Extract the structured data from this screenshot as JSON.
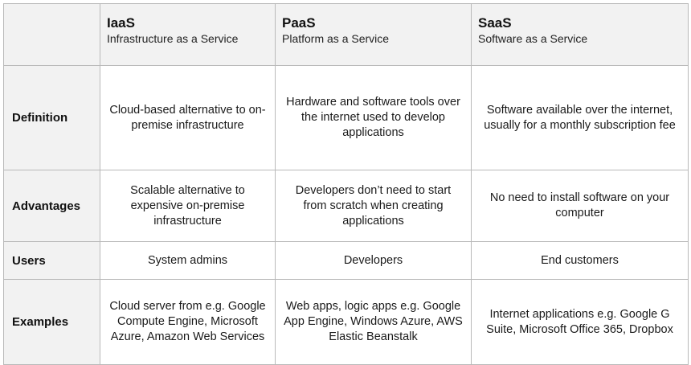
{
  "columns": [
    {
      "abbr": "IaaS",
      "full": "Infrastructure as a Service"
    },
    {
      "abbr": "PaaS",
      "full": "Platform as a Service"
    },
    {
      "abbr": "SaaS",
      "full": "Software as a Service"
    }
  ],
  "rows": [
    {
      "label": "Definition",
      "cells": [
        "Cloud-based alternative to on-premise infrastructure",
        "Hardware and software tools over the internet used to develop applications",
        "Software available over the internet, usually for a monthly subscription fee"
      ]
    },
    {
      "label": "Advantages",
      "cells": [
        "Scalable alternative to expensive on-premise infrastructure",
        "Developers don’t need to start from scratch when creating applications",
        "No need to install software on your computer"
      ]
    },
    {
      "label": "Users",
      "cells": [
        "System admins",
        "Developers",
        "End customers"
      ]
    },
    {
      "label": "Examples",
      "cells": [
        "Cloud server from e.g. Google Compute Engine, Microsoft Azure, Amazon Web Services",
        "Web apps, logic apps e.g. Google App Engine, Windows Azure, AWS Elastic Beanstalk",
        "Internet applications e.g. Google G Suite, Microsoft Office 365, Dropbox"
      ]
    }
  ]
}
